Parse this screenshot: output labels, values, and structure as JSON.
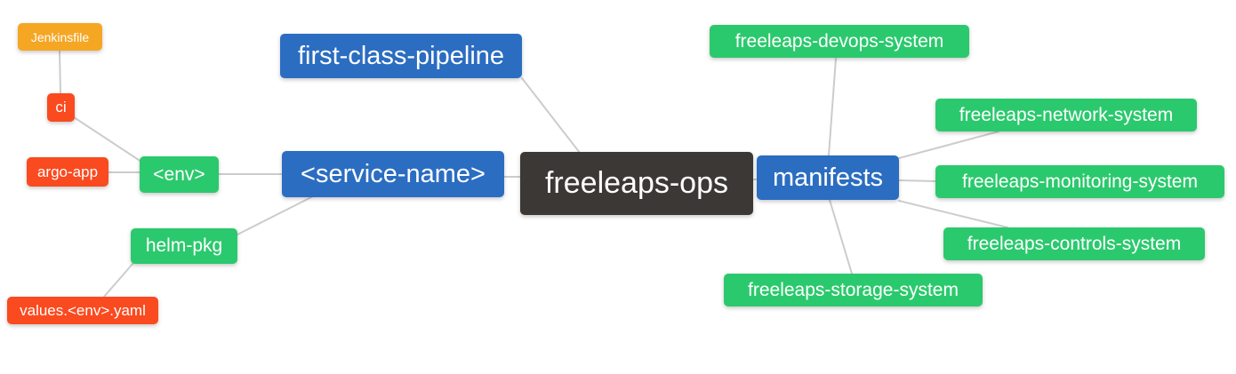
{
  "diagram": {
    "type": "mindmap",
    "background": "#ffffff",
    "link_color": "#cccccc",
    "colors": {
      "root": "#3b3835",
      "branch": "#2b6dc1",
      "leaf_green": "#2bc96d",
      "leaf_red": "#fa4a1f",
      "leaf_amber": "#f5a623",
      "text": "#ffffff"
    },
    "nodes": {
      "root": {
        "label": "freeleaps-ops"
      },
      "first_class_pipeline": {
        "label": "first-class-pipeline"
      },
      "service_name": {
        "label": "<service-name>"
      },
      "env": {
        "label": "<env>"
      },
      "ci": {
        "label": "ci"
      },
      "jenkinsfile": {
        "label": "Jenkinsfile"
      },
      "argo_app": {
        "label": "argo-app"
      },
      "helm_pkg": {
        "label": "helm-pkg"
      },
      "values_yaml": {
        "label": "values.<env>.yaml"
      },
      "manifests": {
        "label": "manifests"
      },
      "devops_system": {
        "label": "freeleaps-devops-system"
      },
      "network_system": {
        "label": "freeleaps-network-system"
      },
      "monitoring_system": {
        "label": "freeleaps-monitoring-system"
      },
      "controls_system": {
        "label": "freeleaps-controls-system"
      },
      "storage_system": {
        "label": "freeleaps-storage-system"
      }
    },
    "edges": [
      {
        "from": "jenkinsfile",
        "to": "ci"
      },
      {
        "from": "ci",
        "to": "env"
      },
      {
        "from": "argo_app",
        "to": "env"
      },
      {
        "from": "env",
        "to": "service_name"
      },
      {
        "from": "helm_pkg",
        "to": "service_name"
      },
      {
        "from": "values_yaml",
        "to": "helm_pkg"
      },
      {
        "from": "service_name",
        "to": "root"
      },
      {
        "from": "first_class_pipeline",
        "to": "root"
      },
      {
        "from": "root",
        "to": "manifests"
      },
      {
        "from": "manifests",
        "to": "devops_system"
      },
      {
        "from": "manifests",
        "to": "network_system"
      },
      {
        "from": "manifests",
        "to": "monitoring_system"
      },
      {
        "from": "manifests",
        "to": "controls_system"
      },
      {
        "from": "manifests",
        "to": "storage_system"
      }
    ]
  }
}
